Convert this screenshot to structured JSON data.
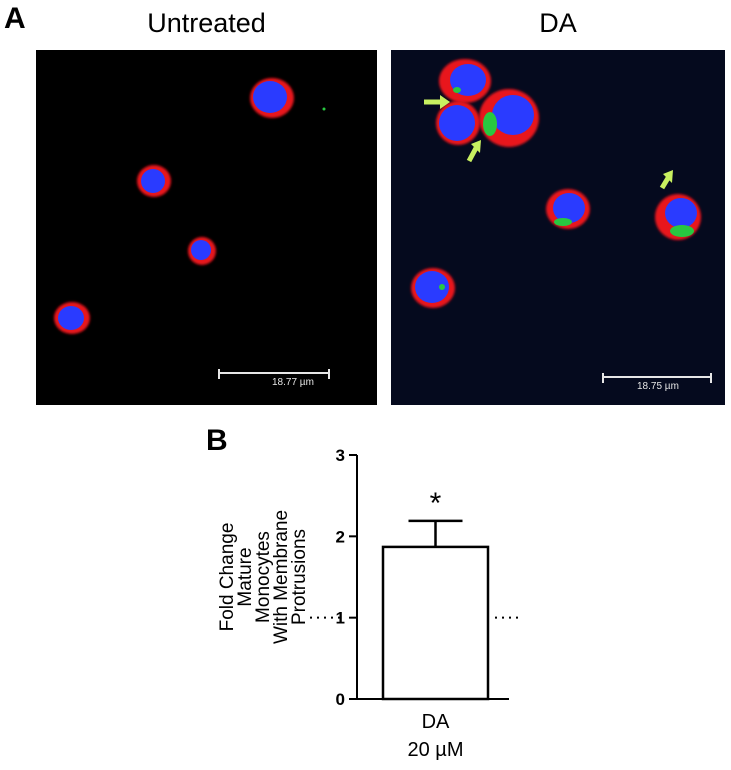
{
  "panel_a": {
    "letter": "A",
    "left": {
      "title": "Untreated",
      "scale_label": "18.77 µm"
    },
    "right": {
      "title": "DA",
      "scale_label": "18.75 µm"
    }
  },
  "panel_b": {
    "letter": "B"
  },
  "colors": {
    "nucleus": "#2a3bff",
    "membrane": "#e8131a",
    "green_marker": "#28c840",
    "arrow": "#c8f060",
    "bar_fill": "#ffffff",
    "bar_stroke": "#000000"
  },
  "chart_data": {
    "type": "bar",
    "categories": [
      "DA\n20 µM"
    ],
    "category_lines": [
      "DA",
      "20 µM"
    ],
    "values": [
      1.87
    ],
    "error_upper": [
      0.32
    ],
    "annotations": [
      "*"
    ],
    "reference_line": 1,
    "ylabel": "Fold Change Mature Monocytes With Membrane Protrusions",
    "ylabel_lines": [
      "Fold Change",
      "Mature",
      "Monocytes",
      "With Membrane",
      "Protrusions"
    ],
    "ylim": [
      0,
      3
    ],
    "yticks": [
      0,
      1,
      2,
      3
    ],
    "grid": false
  }
}
